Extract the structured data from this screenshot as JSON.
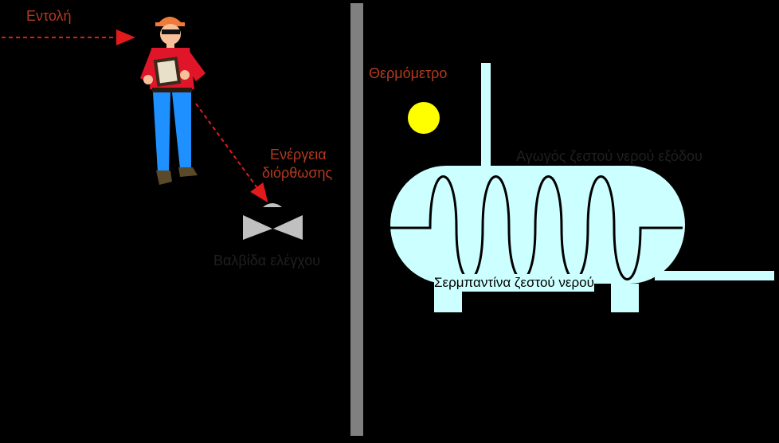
{
  "labels": {
    "command": "Εντολή",
    "corrective_action_line1": "Ενέργεια",
    "corrective_action_line2": "διόρθωσης",
    "thermometer": "Θερμόμετρο",
    "hot_water_coil": "Σερμπαντίνα ζεστού νερού",
    "control_valve": "Βαλβίδα ελέγχου",
    "hot_water_outlet": "Αγωγός ζεστού νερού εξόδου"
  },
  "colors": {
    "background": "#000000",
    "arrow": "#e31a1c",
    "label_red": "#b23a1e",
    "tank_fill": "#ccffff",
    "coil_stroke": "#000000",
    "wall": "#808080",
    "sun": "#ffff00",
    "valve": "#c0c0c0",
    "worker_shirt": "#e0152a",
    "worker_pants": "#1e90ff"
  },
  "icons": {
    "worker": "worker-with-clipboard-icon",
    "valve": "valve-icon",
    "sensor": "thermometer-bulb-icon"
  }
}
